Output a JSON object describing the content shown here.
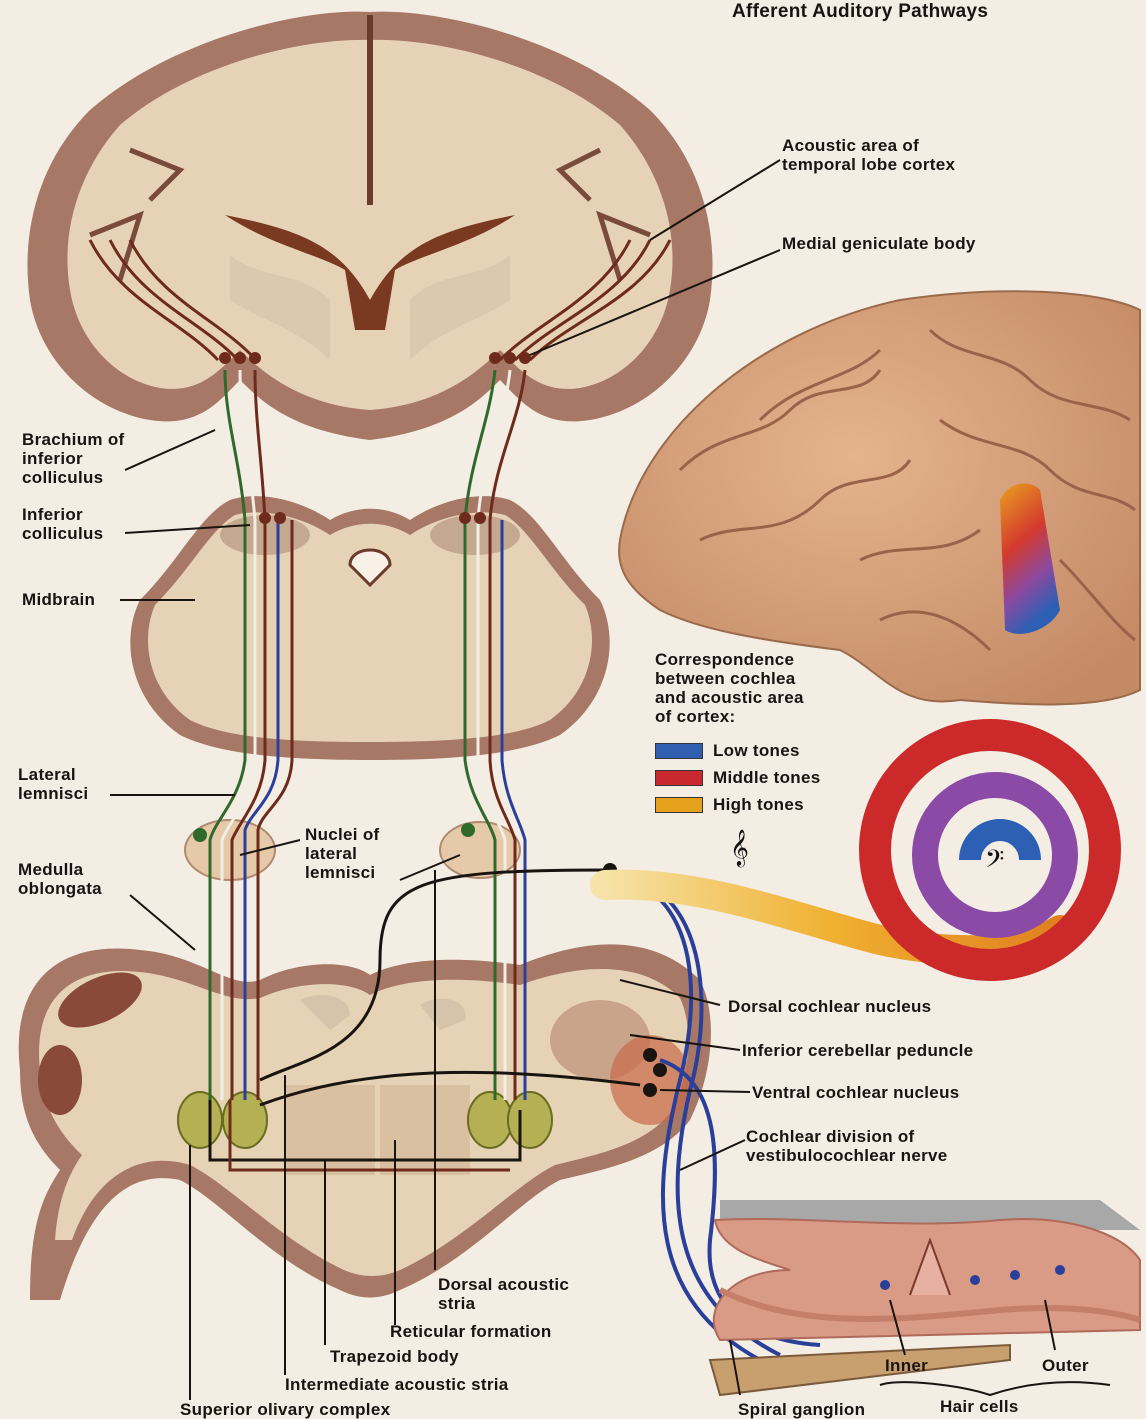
{
  "title": "Afferent Auditory Pathways",
  "labels": {
    "acoustic_area": [
      "Acoustic area of",
      "temporal lobe cortex"
    ],
    "medial_geniculate": "Medial geniculate body",
    "brachium": [
      "Brachium of",
      "inferior",
      "colliculus"
    ],
    "inferior_colliculus": [
      "Inferior",
      "colliculus"
    ],
    "midbrain": "Midbrain",
    "lateral_lemnisci": [
      "Lateral",
      "lemnisci"
    ],
    "nuclei_lateral_lemnisci": [
      "Nuclei of",
      "lateral",
      "lemnisci"
    ],
    "medulla": [
      "Medulla",
      "oblongata"
    ],
    "dorsal_cochlear": "Dorsal cochlear nucleus",
    "inferior_cerebellar": "Inferior cerebellar peduncle",
    "ventral_cochlear": "Ventral cochlear nucleus",
    "cochlear_division": [
      "Cochlear division of",
      "vestibulocochlear nerve"
    ],
    "dorsal_acoustic_stria": [
      "Dorsal acoustic",
      "stria"
    ],
    "reticular_formation": "Reticular formation",
    "trapezoid_body": "Trapezoid body",
    "intermediate_acoustic_stria": "Intermediate acoustic stria",
    "superior_olivary": "Superior olivary complex",
    "spiral_ganglion": "Spiral ganglion",
    "inner": "Inner",
    "outer": "Outer",
    "hair_cells": "Hair cells"
  },
  "legend": {
    "heading": [
      "Correspondence",
      "between cochlea",
      "and acoustic area",
      "of cortex:"
    ],
    "items": [
      {
        "label": "Low tones",
        "color": "#2f5fae"
      },
      {
        "label": "Middle tones",
        "color": "#c8282e"
      },
      {
        "label": "High tones",
        "color": "#e6a21c"
      }
    ]
  },
  "colors": {
    "background": "#f3ede4",
    "tissue": "#e6d3b5",
    "cortex": "#a67865",
    "pathway_brown": "#6e2a1a",
    "pathway_green": "#2f6a2a",
    "pathway_blue": "#2a3f9a"
  }
}
